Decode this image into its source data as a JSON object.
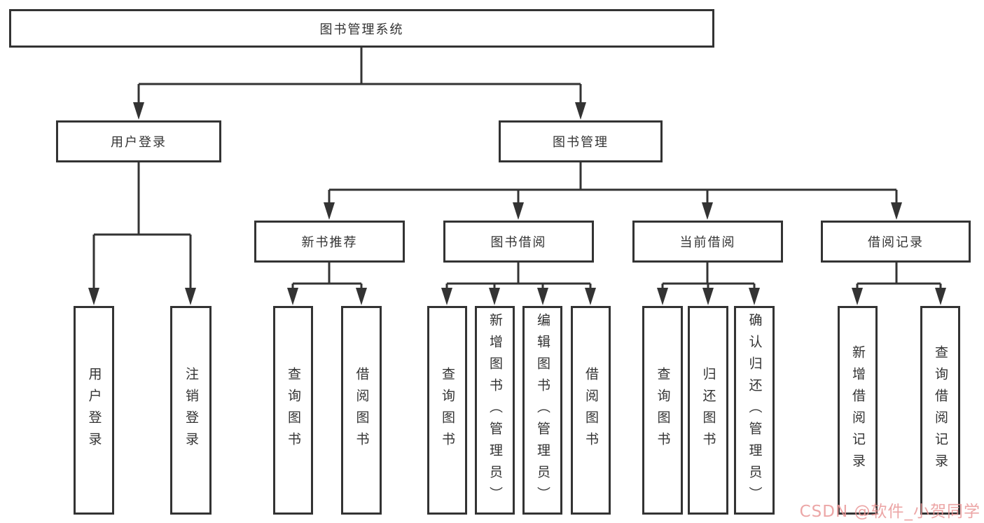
{
  "diagram": {
    "type": "hierarchy-tree",
    "nodes": {
      "root": {
        "label": "图书管理系统"
      },
      "level2": [
        {
          "id": "user-login",
          "label": "用户登录"
        },
        {
          "id": "book-management",
          "label": "图书管理"
        }
      ],
      "level3": [
        {
          "id": "new-book-recommendation",
          "parent": "book-management",
          "label": "新书推荐"
        },
        {
          "id": "book-borrowing",
          "parent": "book-management",
          "label": "图书借阅"
        },
        {
          "id": "current-borrowing",
          "parent": "book-management",
          "label": "当前借阅"
        },
        {
          "id": "borrowing-records",
          "parent": "book-management",
          "label": "借阅记录"
        }
      ],
      "leaves": [
        {
          "parent": "user-login",
          "label": "用户登录"
        },
        {
          "parent": "user-login",
          "label": "注销登录"
        },
        {
          "parent": "new-book-recommendation",
          "label": "查询图书"
        },
        {
          "parent": "new-book-recommendation",
          "label": "借阅图书"
        },
        {
          "parent": "book-borrowing",
          "label": "查询图书"
        },
        {
          "parent": "book-borrowing",
          "label": "新增图书（管理员）"
        },
        {
          "parent": "book-borrowing",
          "label": "编辑图书（管理员）"
        },
        {
          "parent": "book-borrowing",
          "label": "借阅图书"
        },
        {
          "parent": "current-borrowing",
          "label": "查询图书"
        },
        {
          "parent": "current-borrowing",
          "label": "归还图书"
        },
        {
          "parent": "current-borrowing",
          "label": "确认归还（管理员）"
        },
        {
          "parent": "borrowing-records",
          "label": "新增借阅记录"
        },
        {
          "parent": "borrowing-records",
          "label": "查询借阅记录"
        }
      ]
    },
    "colors": {
      "border": "#333333",
      "text": "#333333",
      "background": "#ffffff",
      "watermark": "#e99696"
    }
  },
  "watermark": {
    "text": "CSDN @软件_小贺同学"
  }
}
